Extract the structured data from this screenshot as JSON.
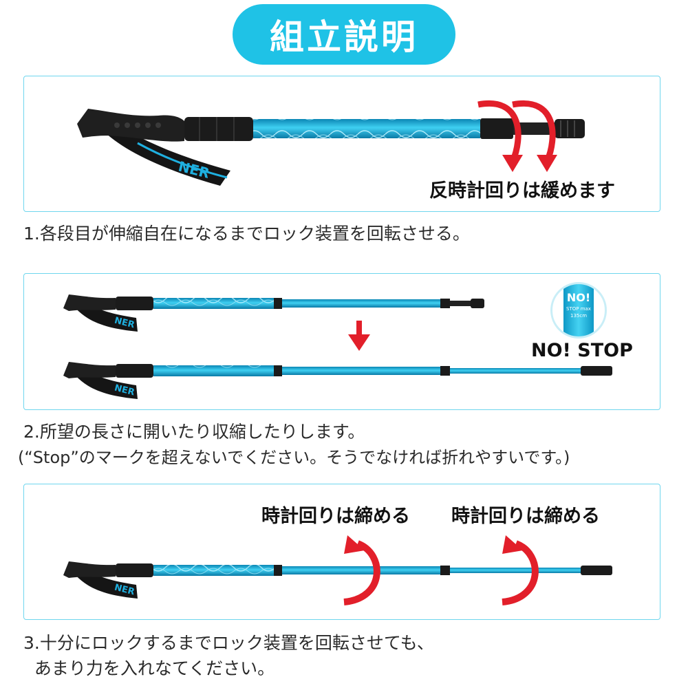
{
  "title": "組立説明",
  "step1": {
    "label": "反時計回りは緩めます",
    "caption": "1.各段目が伸縮自在になるまでロック装置を回転させる。"
  },
  "step2": {
    "badge_no": "NO!",
    "badge_stop": "STOP",
    "badge_max": "max",
    "badge_length": "135cm",
    "stop_label": "NO! STOP",
    "caption_line1": "2.所望の長さに開いたり収縮したりします。",
    "caption_line2": "(“Stop”のマークを超えないでください。そうでなければ折れやすいです。)"
  },
  "step3": {
    "label_left": "時計回りは締める",
    "label_right": "時計回りは締める",
    "caption_line1": "3.十分にロックするまでロック装置を回転させても、",
    "caption_line2": "  あまり力を入れなてください。"
  },
  "strap_text": "NER",
  "colors": {
    "accent": "#1fc2e6",
    "panel_border": "#6ed6ee",
    "shaft": "#19a9d6",
    "arrow_red": "#e21f2a",
    "grip": "#1f1f1f"
  }
}
